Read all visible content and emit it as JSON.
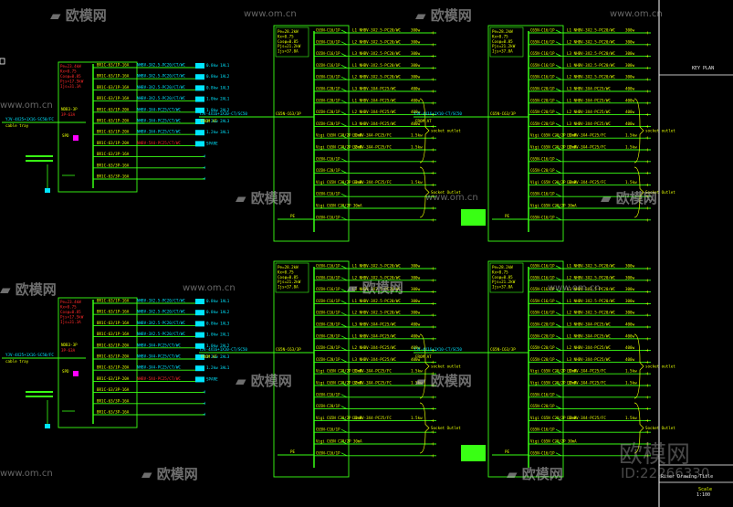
{
  "watermark": {
    "logo_text": "欧模网",
    "url": "www.om.cn",
    "big_text": "欧模网",
    "id_text": "ID:22266330"
  },
  "title_block": {
    "key_plan": "KEY PLAN",
    "drawing_title": "Riser Drawing Title",
    "scale_label": "Scale",
    "scale_value": "1:100"
  },
  "colors": {
    "background": "#000000",
    "panel_outline": "#39ff14",
    "outgoing": "#e6ff00",
    "breaker_label": "#e6ff00",
    "load_value": "#e6ff00",
    "param_text": "#ff2a2a",
    "sub_circuit": "#00e5ff",
    "title_frame": "#ffffff",
    "watermark": "#bdbdbd"
  },
  "small_panel": {
    "params": [
      "Pe=23.4kW",
      "Kx=0.75",
      "Cosφ=0.85",
      "Pjs=17.5kW",
      "Ijs=31.3A"
    ],
    "main_breaker": "NDB3-3P",
    "main_breaker_setting": "3P-63A",
    "isolator": "SPD",
    "feeder_cable": "YJV-4X25+1X16-SC50/FC",
    "feeder_note": "cable tray",
    "breakers": [
      "BR1C-63/1P-16A",
      "BR1C-63/1P-16A",
      "BR1C-63/1P-16A",
      "BR1C-63/1P-16A",
      "BR1C-63/1P-20A",
      "BR1C-63/1P-20A",
      "BR1C-63/1P-20A",
      "BR1C-63/1P-20A",
      "BR1C-63/3P-16A",
      "BR1C-63/3P-16A",
      "BR1C-63/3P-16A"
    ],
    "circuits": [
      "NHBV-3X2.5-PC20/CT/WC",
      "NHBV-3X2.5-PC20/CT/WC",
      "NHBV-3X2.5-PC20/CT/WC",
      "NHBV-3X2.5-PC20/CT/WC",
      "NHBV-3X4-PC25/CT/WC",
      "NHBV-3X4-PC25/CT/WC",
      "NHBV-3X4-PC25/CT/WC",
      "NHBV-5X4-PC25/CT/WC",
      "",
      "",
      ""
    ],
    "loads": [
      "0.8kw  1AL1",
      "0.8kw  1AL2",
      "0.8kw  1AL3",
      "1.0kw  2AL1",
      "1.0kw  2AL2",
      "1.2kw  2AL3",
      "1.2kw  3AL1",
      "SPARE",
      "",
      "",
      ""
    ]
  },
  "large_panel": {
    "params": [
      "Pe=28.2kW",
      "Kx=0.75",
      "Cosφ=0.85",
      "Pjs=21.2kW",
      "Ijs=37.8A"
    ],
    "incoming_breaker": "C65N-C63/3P",
    "incoming_cable": "YJV-4X16+1X10-CT/SC50",
    "incoming_note": "FROM AT",
    "breakers": [
      "C65N-C16/1P",
      "C65N-C16/1P",
      "C65N-C16/1P",
      "C65N-C16/1P",
      "C65N-C16/1P",
      "C65N-C20/1P",
      "C65N-C20/1P",
      "C65N-C20/1P",
      "C65N-C20/1P",
      "Vigi C65N C20/2P 30mA",
      "Vigi C65N C20/2P 30mA",
      "C65N-C16/1P",
      "C65N-C20/1P",
      "Vigi C65N C20/2P 30mA",
      "C65N-C16/1P",
      "Vigi C65N C20/2P 30mA",
      "C65N-C16/1P"
    ],
    "circuits": [
      "L1 NHBV-3X2.5-PC20/WC",
      "L2 NHBV-3X2.5-PC20/WC",
      "L3 NHBV-3X2.5-PC20/WC",
      "L1 NHBV-3X2.5-PC20/WC",
      "L2 NHBV-3X2.5-PC20/WC",
      "L3 NHBV-3X4-PC25/WC",
      "L1 NHBV-3X4-PC25/WC",
      "L2 NHBV-3X4-PC25/WC",
      "L3 NHBV-3X4-PC25/WC",
      "L1 BV-3X4-PC25/FC",
      "L2 BV-3X4-PC25/FC",
      "",
      "",
      "L3 BV-3X4-PC25/FC",
      "",
      "",
      ""
    ],
    "loads": [
      "300w",
      "300w",
      "300w",
      "300w",
      "300w",
      "400w",
      "400w",
      "400w",
      "400w",
      "1.5kw",
      "1.5kw",
      "",
      "",
      "1.5kw",
      "",
      "",
      ""
    ],
    "brace_labels": [
      "socket outlet",
      "Socket Outlet"
    ],
    "pe_label": "PE"
  }
}
